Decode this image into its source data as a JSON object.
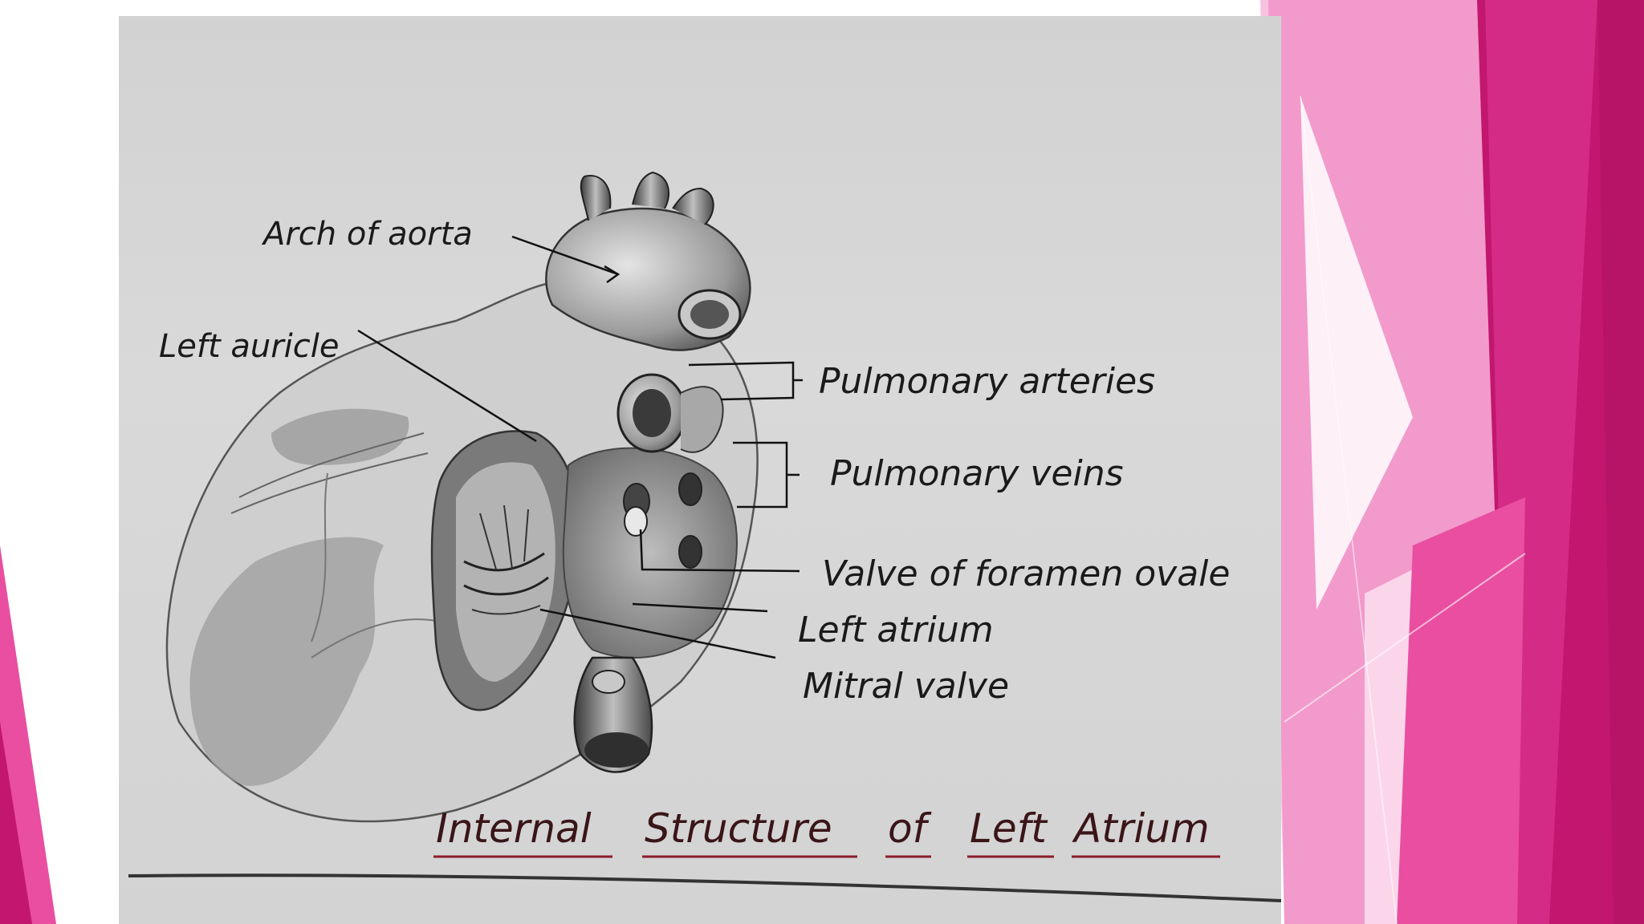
{
  "diagram": {
    "labels": {
      "arch_of_aorta": "Arch of aorta",
      "left_auricle": "Left auricle",
      "pulmonary_arteries": "Pulmonary arteries",
      "pulmonary_veins": "Pulmonary veins",
      "valve_of_foramen_ovale": "Valve of foramen ovale",
      "left_atrium": "Left atrium",
      "mitral_valve": "Mitral valve"
    },
    "title_words": [
      "Internal",
      "Structure",
      "of",
      "Left",
      "Atrium"
    ]
  },
  "colors": {
    "accent_magenta": "#c2166f",
    "accent_pink": "#e94ea0",
    "light_pink": "#f5a6cf",
    "paper": "#d6d6d6",
    "pencil": "#1a1a1a",
    "title_underline": "#8b1d2a"
  }
}
